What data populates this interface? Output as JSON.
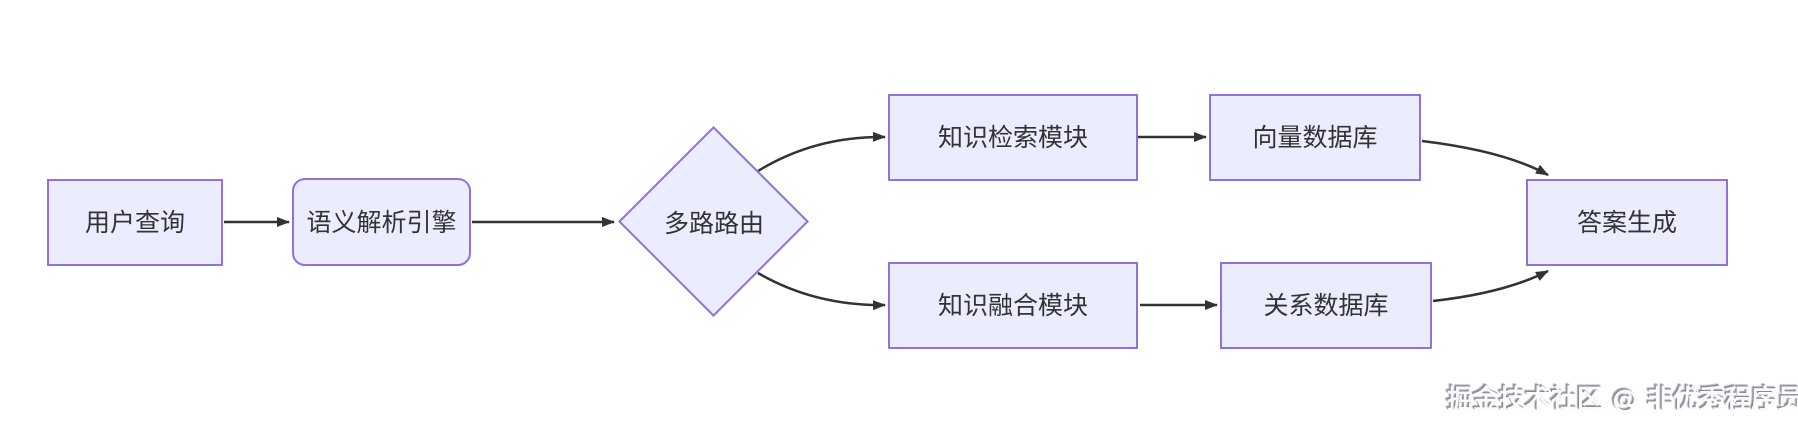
{
  "diagram": {
    "type": "flowchart",
    "direction": "left-to-right",
    "nodes": [
      {
        "id": "user-query",
        "label": "用户查询",
        "shape": "rect"
      },
      {
        "id": "semantic-engine",
        "label": "语义解析引擎",
        "shape": "rounded-rect"
      },
      {
        "id": "multi-route",
        "label": "多路路由",
        "shape": "diamond"
      },
      {
        "id": "knowledge-retrieval",
        "label": "知识检索模块",
        "shape": "rect"
      },
      {
        "id": "vector-db",
        "label": "向量数据库",
        "shape": "rect"
      },
      {
        "id": "knowledge-fusion",
        "label": "知识融合模块",
        "shape": "rect"
      },
      {
        "id": "relation-db",
        "label": "关系数据库",
        "shape": "rect"
      },
      {
        "id": "answer-gen",
        "label": "答案生成",
        "shape": "rect"
      }
    ],
    "edges": [
      {
        "from": "user-query",
        "to": "semantic-engine"
      },
      {
        "from": "semantic-engine",
        "to": "multi-route"
      },
      {
        "from": "multi-route",
        "to": "knowledge-retrieval"
      },
      {
        "from": "multi-route",
        "to": "knowledge-fusion"
      },
      {
        "from": "knowledge-retrieval",
        "to": "vector-db"
      },
      {
        "from": "knowledge-fusion",
        "to": "relation-db"
      },
      {
        "from": "vector-db",
        "to": "answer-gen"
      },
      {
        "from": "relation-db",
        "to": "answer-gen"
      }
    ],
    "colors": {
      "node_fill": "#ECECFF",
      "node_border": "#9370DB",
      "edge": "#333333",
      "text": "#333333",
      "background": "#FFFFFF"
    }
  },
  "watermark": {
    "text": "掘金技术社区 @ 非优秀程序员"
  }
}
